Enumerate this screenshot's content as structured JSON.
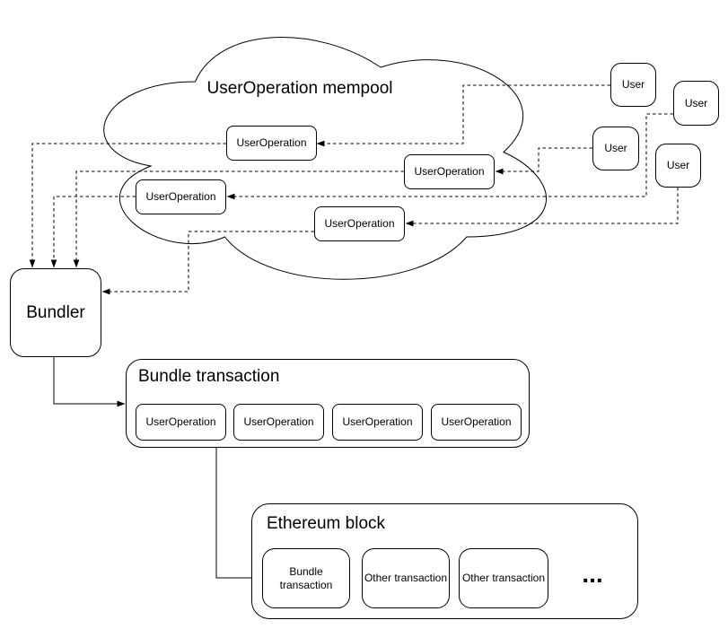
{
  "diagram": {
    "colors": {
      "stroke": "#000000",
      "node_fill": "#ffffff",
      "background": "#ffffff"
    },
    "mempool": {
      "title": "UserOperation mempool",
      "userops": [
        {
          "label": "UserOperation"
        },
        {
          "label": "UserOperation"
        },
        {
          "label": "UserOperation"
        },
        {
          "label": "UserOperation"
        }
      ]
    },
    "users": [
      {
        "label": "User"
      },
      {
        "label": "User"
      },
      {
        "label": "User"
      },
      {
        "label": "User"
      }
    ],
    "bundler": {
      "label": "Bundler"
    },
    "bundle_transaction": {
      "title": "Bundle transaction",
      "userops": [
        {
          "label": "UserOperation"
        },
        {
          "label": "UserOperation"
        },
        {
          "label": "UserOperation"
        },
        {
          "label": "UserOperation"
        }
      ]
    },
    "ethereum_block": {
      "title": "Ethereum block",
      "transactions": [
        {
          "label": "Bundle transaction"
        },
        {
          "label": "Other transaction"
        },
        {
          "label": "Other transaction"
        }
      ],
      "ellipsis": "..."
    }
  }
}
